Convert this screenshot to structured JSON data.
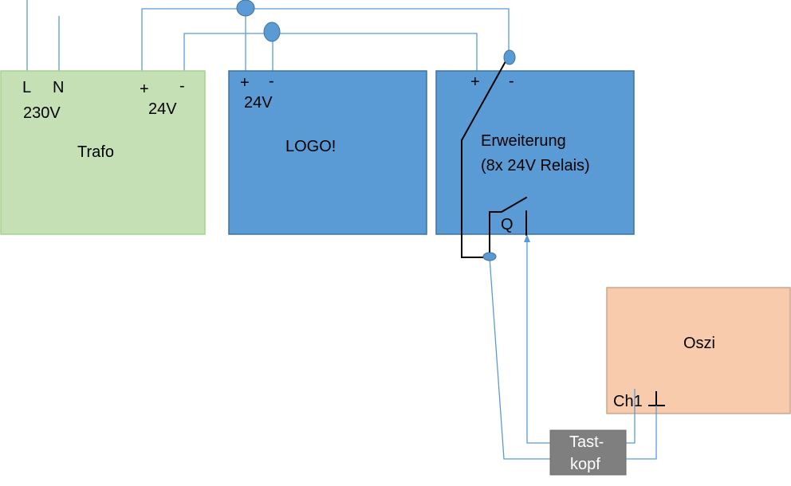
{
  "colors": {
    "trafo_fill": "#c5e0b4",
    "trafo_stroke": "#a9d18e",
    "module_fill": "#5b9bd5",
    "module_stroke": "#41719c",
    "oszi_fill": "#f8cbad",
    "oszi_stroke": "#c9a78f",
    "probe_fill": "#7f7f7f",
    "wire": "#5b9bd5",
    "relay_wire": "#000000"
  },
  "trafo": {
    "title": "Trafo",
    "l": "L",
    "n": "N",
    "voltage_in": "230V",
    "plus": "+",
    "minus": "-",
    "voltage_out": "24V"
  },
  "logo": {
    "title": "LOGO!",
    "plus": "+",
    "minus": "-",
    "voltage": "24V"
  },
  "erweiterung": {
    "title_line1": "Erweiterung",
    "title_line2": "(8x 24V Relais)",
    "plus": "+",
    "minus": "-",
    "relay": "Q"
  },
  "oszi": {
    "title": "Oszi",
    "channel": "Ch1"
  },
  "probe": {
    "line1": "Tast-",
    "line2": "kopf"
  }
}
